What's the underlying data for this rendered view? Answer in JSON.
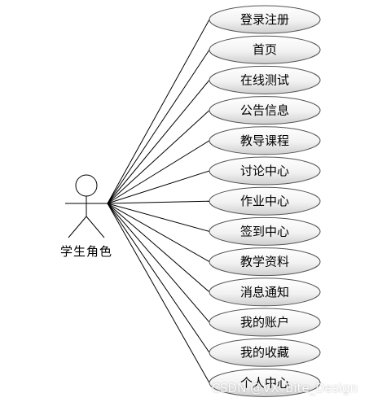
{
  "actor": {
    "label": "学生角色"
  },
  "use_cases": [
    "登录注册",
    "首页",
    "在线测试",
    "公告信息",
    "教导课程",
    "讨论中心",
    "作业中心",
    "签到中心",
    "教学资料",
    "消息通知",
    "我的账户",
    "我的收藏",
    "个人中心"
  ],
  "watermark": "CSDN @VX_Bite_Design",
  "colors": {
    "line": "#000000",
    "ellipse_fill_top": "#ffffff",
    "ellipse_fill_bottom": "#d9d9d9",
    "ellipse_stroke": "#555555"
  }
}
